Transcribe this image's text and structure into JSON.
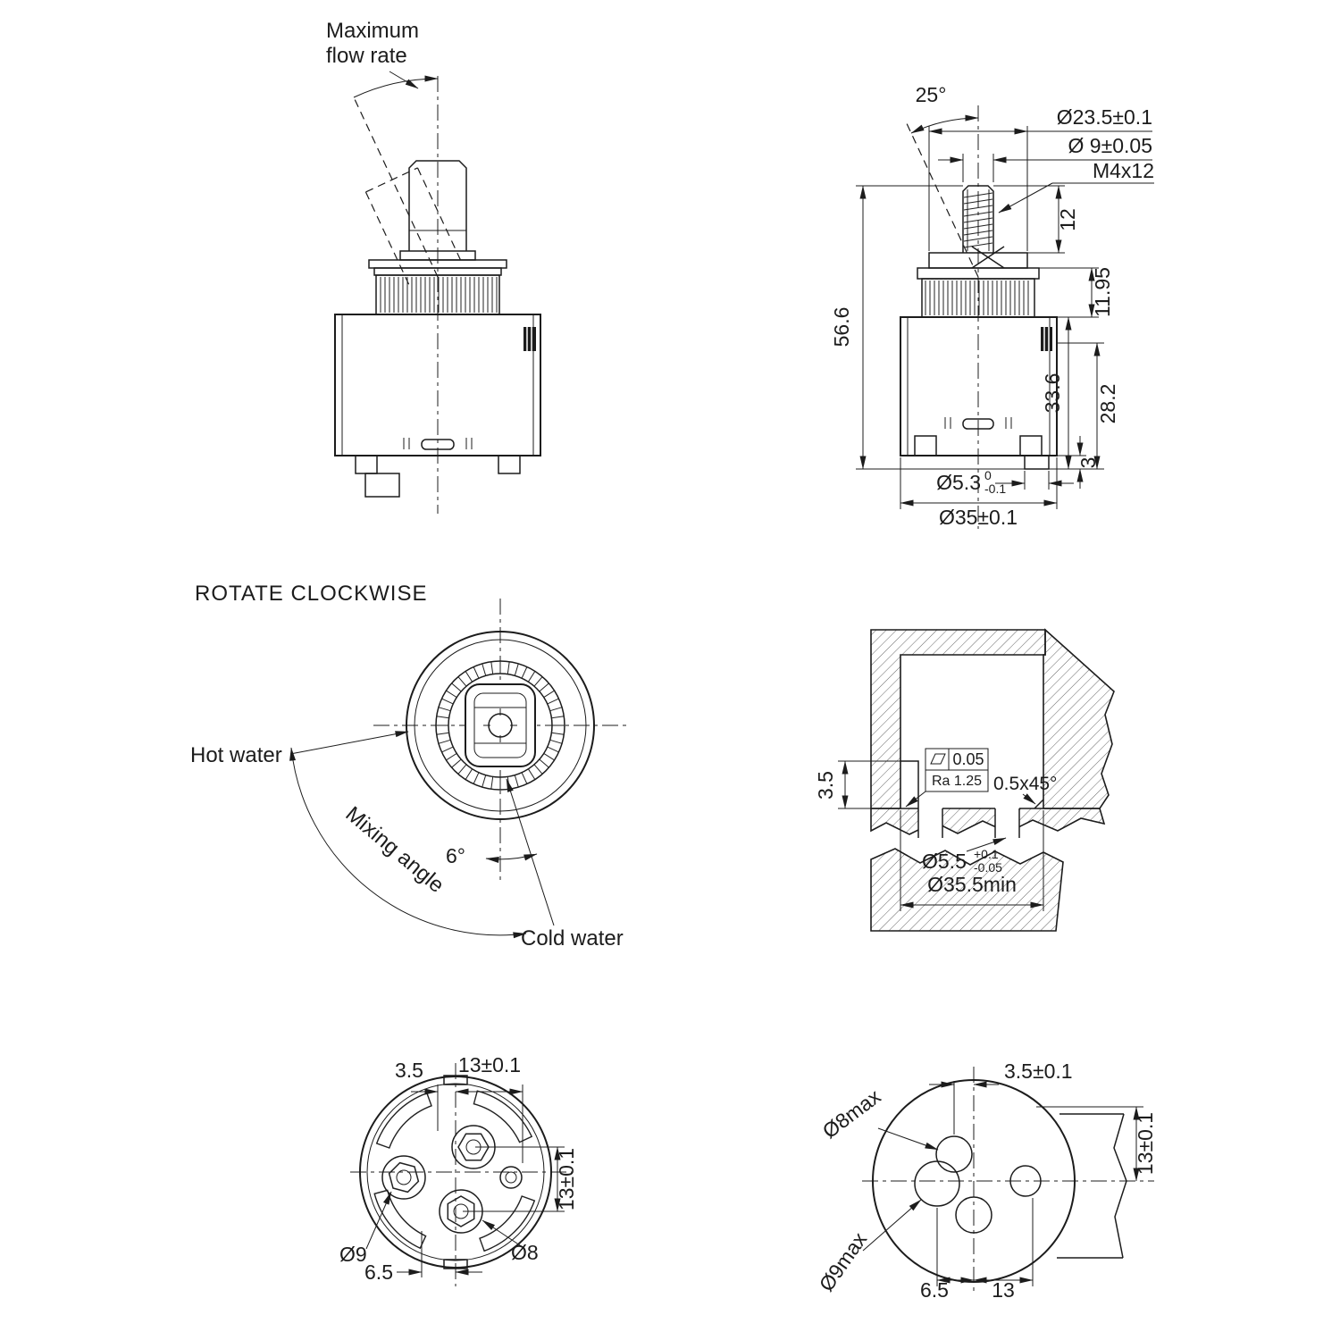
{
  "views": {
    "front": {
      "title_line1": "Maximum",
      "title_line2": "flow rate"
    },
    "side": {
      "angle": "25°",
      "dia_cap": "Ø23.5±0.1",
      "dia_stem": "Ø 9±0.05",
      "thread": "M4x12",
      "stem_len": "12",
      "height": "56.6",
      "dim_11_95": "11.95",
      "dim_33_6": "33.6",
      "dim_28_2": "28.2",
      "dim_3": "3",
      "dia_pin": "Ø5.3",
      "dia_pin_tol_upper": "0",
      "dia_pin_tol_lower": "-0.1",
      "dia_body": "Ø35±0.1"
    },
    "top": {
      "heading": "ROTATE CLOCKWISE",
      "hot": "Hot water",
      "cold": "Cold water",
      "mixing": "Mixing angle",
      "angle6": "6°"
    },
    "section": {
      "depth": "3.5",
      "flatness": "0.05",
      "roughness": "Ra 1.25",
      "chamfer": "0.5x45°",
      "dia_hole": "Ø5.5",
      "dia_hole_tol_upper": "+0.1",
      "dia_hole_tol_lower": "-0.05",
      "dia_bore": "Ø35.5min"
    },
    "bottom_cartridge": {
      "dim_3_5": "3.5",
      "dim_13_top": "13±0.1",
      "dim_13_right": "13±0.1",
      "dia_inlet": "Ø9",
      "dia_outlet": "Ø8",
      "dim_6_5": "6.5"
    },
    "deck": {
      "dia_outlet_max": "Ø8max",
      "dia_inlet_max": "Ø9max",
      "dim_3_5": "3.5±0.1",
      "dim_13_right": "13±0.1",
      "dim_6_5": "6.5",
      "dim_13": "13"
    }
  }
}
